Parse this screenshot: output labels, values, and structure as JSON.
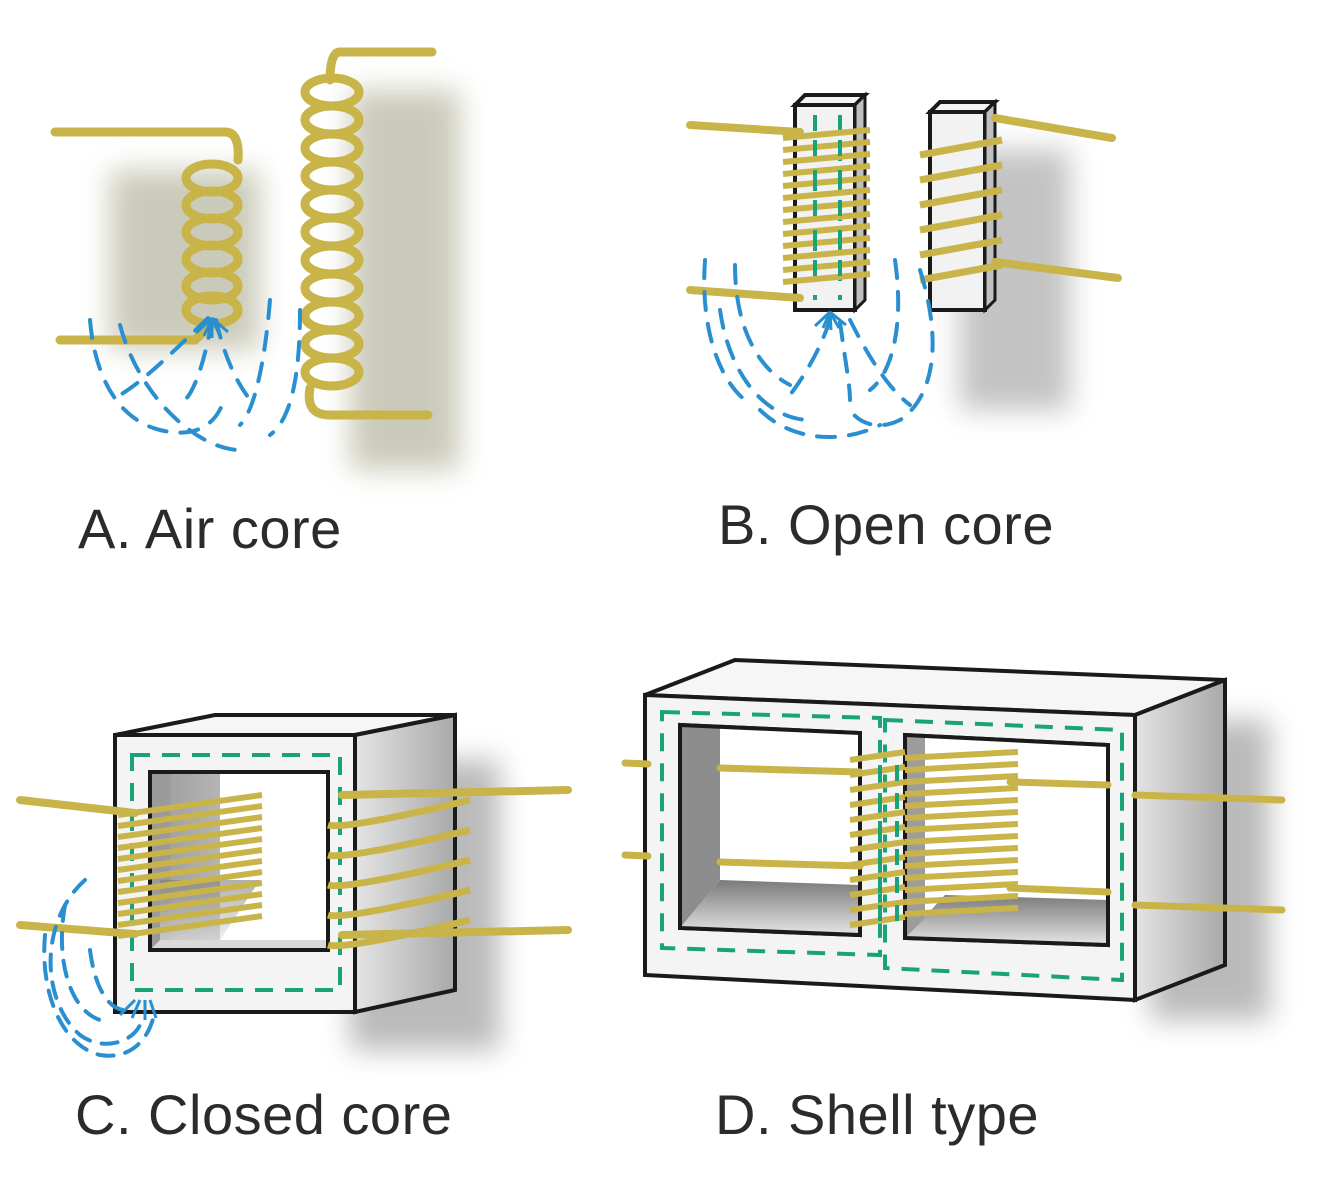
{
  "panels": [
    {
      "id": "A",
      "caption": "A. Air core"
    },
    {
      "id": "B",
      "caption": "B. Open core"
    },
    {
      "id": "C",
      "caption": "C. Closed core"
    },
    {
      "id": "D",
      "caption": "D. Shell type"
    }
  ],
  "colors": {
    "wire": "#c9b44a",
    "wire_dark": "#8f7d22",
    "core_face": "#f2f2f2",
    "core_side": "#c8c8c8",
    "core_outline": "#1a1a1a",
    "leakage_flux": "#2a8fd0",
    "core_flux": "#1aa37a",
    "caption_text": "#2b2b2b"
  }
}
